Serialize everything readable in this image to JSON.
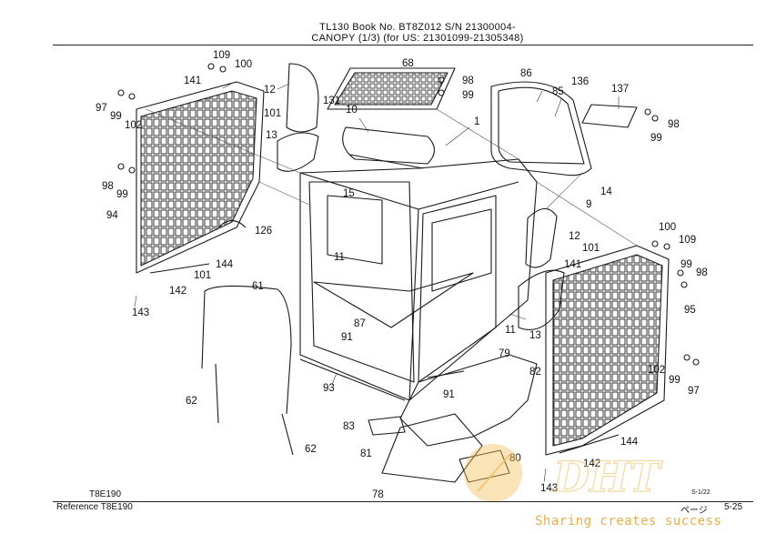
{
  "header": {
    "line1": "TL130  Book No. BT8Z012 S/N 21300004-",
    "line2": "CANOPY (1/3) (for US: 21301099-21305348)"
  },
  "footer": {
    "code_small": "T8E190",
    "reference": "Reference  T8E190",
    "page_label": "ページ",
    "page_number": "5-25",
    "small_mark": "S-1/22"
  },
  "watermark": {
    "logo_text": "DHT",
    "tagline": "Sharing creates success"
  },
  "callouts": [
    "109",
    "100",
    "141",
    "97",
    "99",
    "102",
    "101",
    "12",
    "131",
    "10",
    "68",
    "98",
    "99",
    "86",
    "85",
    "136",
    "137",
    "98",
    "99",
    "1",
    "13",
    "15",
    "9",
    "14",
    "98",
    "99",
    "94",
    "126",
    "11",
    "12",
    "101",
    "141",
    "100",
    "109",
    "99",
    "98",
    "144",
    "101",
    "142",
    "143",
    "61",
    "87",
    "91",
    "11",
    "13",
    "95",
    "79",
    "82",
    "102",
    "99",
    "97",
    "93",
    "91",
    "62",
    "83",
    "81",
    "62",
    "80",
    "144",
    "142",
    "78",
    "143"
  ],
  "colors": {
    "line": "#1a1a1a",
    "watermark": "#f0b040"
  }
}
